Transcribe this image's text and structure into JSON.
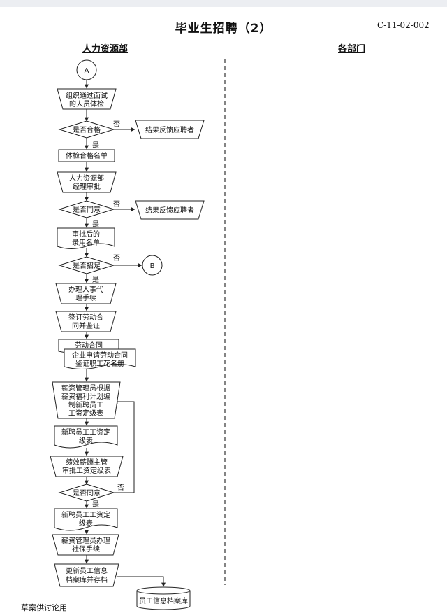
{
  "header": {
    "title": "毕业生招聘（2）",
    "code": "C-11-02-002"
  },
  "lanes": {
    "hr": "人力资源部",
    "departments": "各部门"
  },
  "footer": "草案供讨论用",
  "nodes": {
    "connector_a": "A",
    "medical_exam": [
      "组织通过面试",
      "的人员体检"
    ],
    "qualified_decision": "是否合格",
    "feedback_1": "结果反馈应聘者",
    "passed_list": "体检合格名单",
    "manager_approval": [
      "人力资源部",
      "经理审批"
    ],
    "approve_decision": "是否同意",
    "feedback_2": "结果反馈应聘者",
    "hire_list": [
      "审批后的",
      "录用名单"
    ],
    "enough_decision": "是否招足",
    "connector_b": "B",
    "personnel_procedure": [
      "办理人事代",
      "理手续"
    ],
    "sign_contract": [
      "签订劳动合",
      "同并鉴证"
    ],
    "labor_contract": "劳动合同",
    "apply_roster": [
      "企业申请劳动合同",
      "鉴证职工花名册"
    ],
    "salary_grade_draft": [
      "薪资管理员根据",
      "薪资福利计划编",
      "制新聘员工",
      "工资定级表"
    ],
    "grade_table_1": [
      "新聘员工工资定",
      "级表"
    ],
    "performance_approval": [
      "绩效薪酬主管",
      "审批工资定级表"
    ],
    "final_decision": "是否同意",
    "grade_table_2": [
      "新聘员工工资定",
      "级表"
    ],
    "social_insurance": [
      "薪资管理员办理",
      "社保手续"
    ],
    "update_archive": [
      "更新员工信息",
      "档案库并存档"
    ],
    "archive_db": "员工信息档案库"
  },
  "labels": {
    "no": "否",
    "yes": "是"
  }
}
